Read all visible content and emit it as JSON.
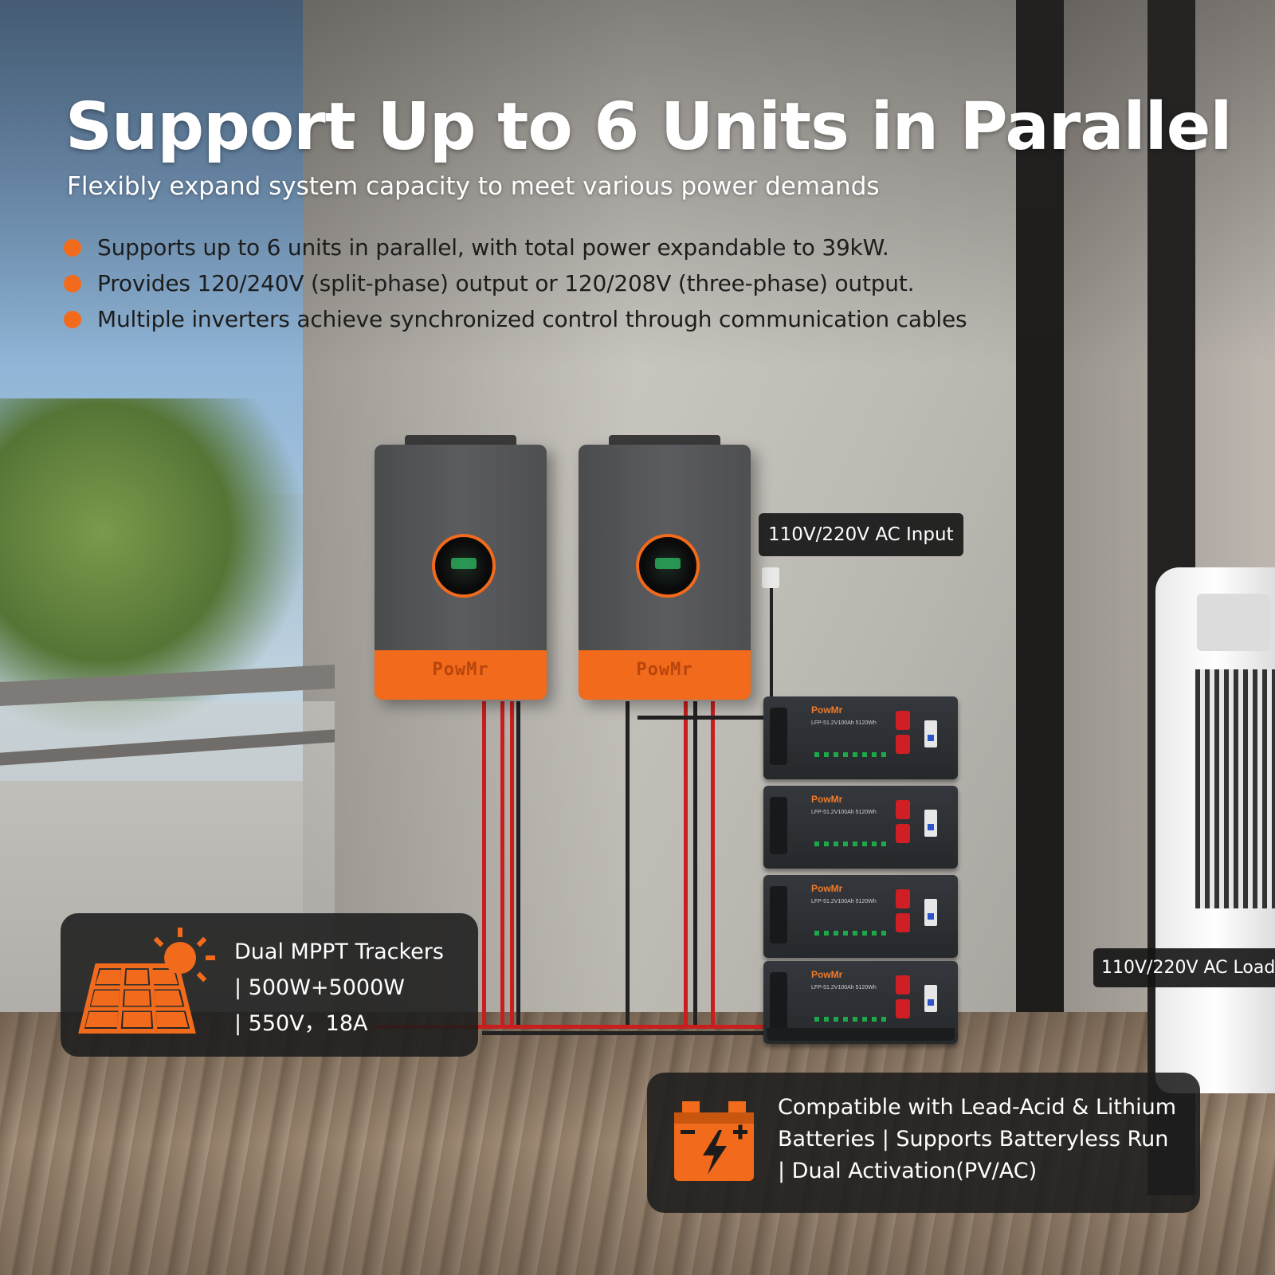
{
  "headline": "Support Up to 6 Units in Parallel",
  "subheadline": "Flexibly expand system capacity to meet  various power demands",
  "bullets": [
    "Supports up to 6 units in parallel, with total power expandable to 39kW.",
    "Provides 120/240V (split-phase) output or 120/208V (three-phase) output.",
    "Multiple inverters achieve synchronized control through communication cables"
  ],
  "tags": {
    "ac_input": "110V/220V AC Input",
    "ac_load": "110V/220V AC Load"
  },
  "mppt_card": {
    "icon": "solar-panel-sun-icon",
    "lines": [
      "Dual MPPT Trackers",
      "| 500W+5000W",
      "| 550V，18A"
    ]
  },
  "battery_card": {
    "icon": "car-battery-bolt-icon",
    "lines": [
      "Compatible with Lead-Acid & Lithium",
      "Batteries | Supports Batteryless Run",
      "| Dual Activation(PV/AC)"
    ]
  },
  "inverter": {
    "brand": "PowMr"
  },
  "battery_module": {
    "brand": "PowMr",
    "spec": "LFP-51.2V100Ah 5120Wh"
  },
  "colors": {
    "accent": "#f26a1b",
    "card_bg": "#1c1c1c",
    "headline": "#ffffff",
    "bullet_text": "#1d1d1d"
  }
}
